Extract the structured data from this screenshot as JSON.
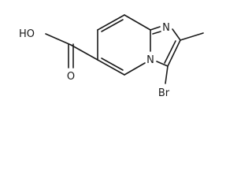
{
  "molecule": {
    "atoms": {
      "hydroxyl": "HO",
      "carbonyl_oxygen": "O",
      "ring_nitrogen_top": "N",
      "ring_nitrogen_bridge": "N",
      "bromine": "Br"
    }
  },
  "colors": {
    "stroke": "#1a1a1a",
    "background": "#ffffff"
  }
}
